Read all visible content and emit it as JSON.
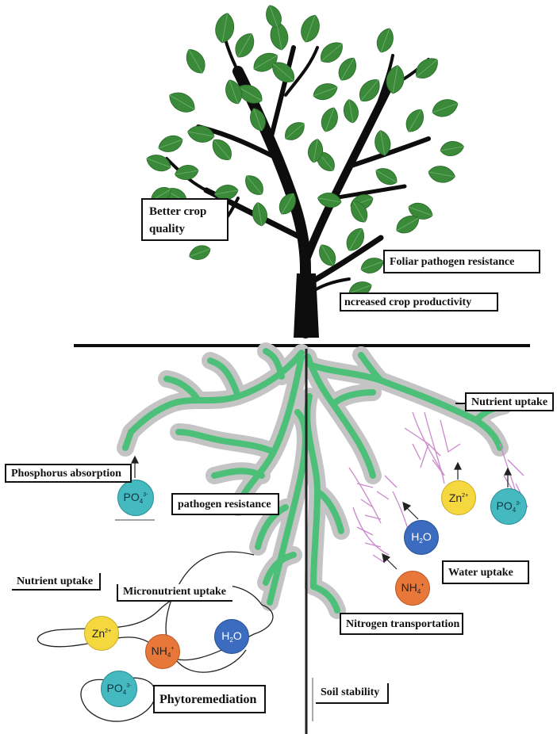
{
  "labels": {
    "better_crop_quality": "Better crop quality",
    "foliar_pathogen_resistance": "Foliar pathogen resistance",
    "increased_crop_productivity": "ncreased crop productivity",
    "nutrient_uptake_right": "Nutrient uptake",
    "phosphorus_absorption": "Phosphorus absorption",
    "pathogen_resistance": "pathogen resistance",
    "nutrient_uptake_left": "Nutrient uptake",
    "micronutrient_uptake": "Micronutrient uptake",
    "water_uptake": "Water uptake",
    "nitrogen_transportation": "Nitrogen transportation",
    "phytoremediation": "Phytoremediation",
    "soil_stability": "Soil stability"
  },
  "ions": {
    "po4": {
      "base": "PO",
      "sub": "4",
      "sup": "3-"
    },
    "zn": {
      "base": "Zn",
      "sup": "2+"
    },
    "h2o": {
      "a": "H",
      "sub": "2",
      "b": "O"
    },
    "nh4": {
      "base": "NH",
      "sub": "4",
      "sup": "+"
    }
  },
  "colors": {
    "leaf": "#3a8a3a",
    "trunk": "#0d0d0d",
    "root_green": "#4cbf78",
    "root_halo": "#bdbdbd",
    "hair_pink": "#cc88cc",
    "po4": "#44b9c0",
    "zn": "#f5d840",
    "h2o": "#3b6cc0",
    "nh4": "#e8783a"
  }
}
